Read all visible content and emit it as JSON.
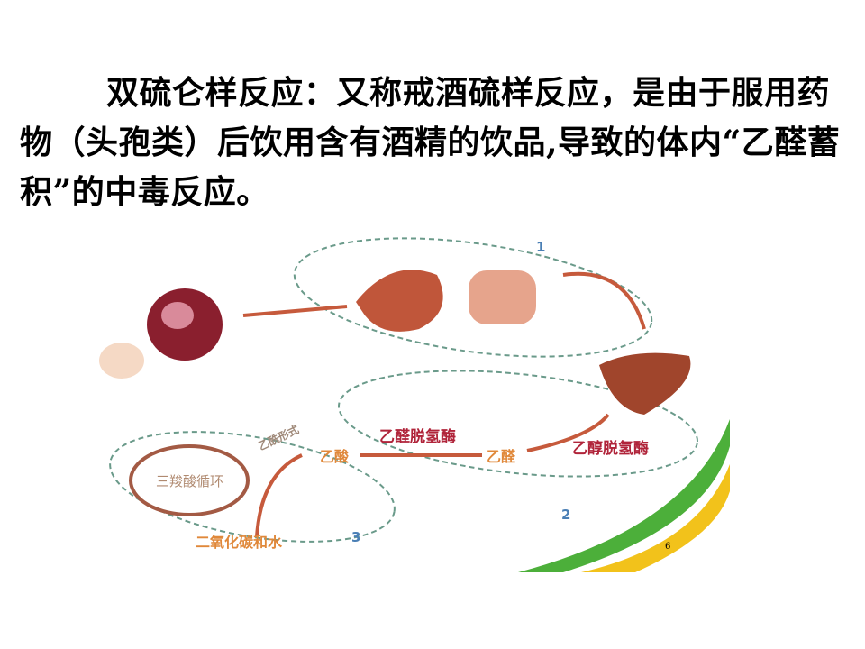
{
  "paragraph": "双硫仑样反应：又称戒酒硫样反应，是由于服用药物（头孢类）后饮用含有酒精的饮品,导致的体内“乙醛蓄积”的中毒反应。",
  "diagram": {
    "steps": [
      "1",
      "2",
      "3"
    ],
    "enzyme_alcohol": "乙醇脱氢酶",
    "enzyme_aldehyde": "乙醛脱氢酶",
    "acetaldehyde": "乙醛",
    "acetic_acid": "乙酸",
    "acetyl_form": "乙酰形式",
    "tca_cycle": "三羧酸循环",
    "end_products": "二氧化碳和水",
    "page_number": "6"
  }
}
